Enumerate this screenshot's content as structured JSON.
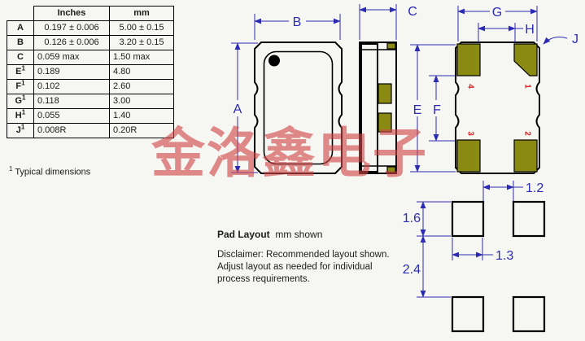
{
  "table": {
    "headers": {
      "inches": "Inches",
      "mm": "mm"
    },
    "rows": [
      {
        "label": "A",
        "sup": "",
        "inches": "0.197 ± 0.006",
        "mm": "5.00 ± 0.15"
      },
      {
        "label": "B",
        "sup": "",
        "inches": "0.126 ± 0.006",
        "mm": "3.20 ± 0.15"
      },
      {
        "label": "C",
        "sup": "",
        "inches": "0.059 max",
        "mm": "1.50 max"
      },
      {
        "label": "E",
        "sup": "1",
        "inches": "0.189",
        "mm": "4.80"
      },
      {
        "label": "F",
        "sup": "1",
        "inches": "0.102",
        "mm": "2.60"
      },
      {
        "label": "G",
        "sup": "1",
        "inches": "0.118",
        "mm": "3.00"
      },
      {
        "label": "H",
        "sup": "1",
        "inches": "0.055",
        "mm": "1.40"
      },
      {
        "label": "J",
        "sup": "1",
        "inches": "0.008R",
        "mm": "0.20R"
      }
    ]
  },
  "footnote": {
    "sup": "1",
    "text": "Typical dimensions"
  },
  "watermark": {
    "text": "金洛鑫电子",
    "color": "#d04848"
  },
  "drawing": {
    "dim_labels": {
      "A": "A",
      "B": "B",
      "C": "C",
      "E": "E",
      "F": "F",
      "G": "G",
      "H": "H",
      "J": "J"
    },
    "pad_numbers": {
      "p1": "1",
      "p2": "2",
      "p3": "3",
      "p4": "4"
    },
    "colors": {
      "dimension_blue": "#2b2bb4",
      "pad_olive": "#8a8a12",
      "pad_number_red": "#dd1f1f"
    }
  },
  "pad_layout": {
    "title": "Pad Layout",
    "subtitle": "mm shown",
    "disclaimer_lines": [
      "Disclaimer: Recommended layout shown.",
      "Adjust layout as needed for individual",
      "process requirements."
    ],
    "dims": {
      "pad_h_gap": "1.2",
      "pad_height": "1.6",
      "row_gap": "2.4",
      "pad_width": "1.3"
    }
  }
}
